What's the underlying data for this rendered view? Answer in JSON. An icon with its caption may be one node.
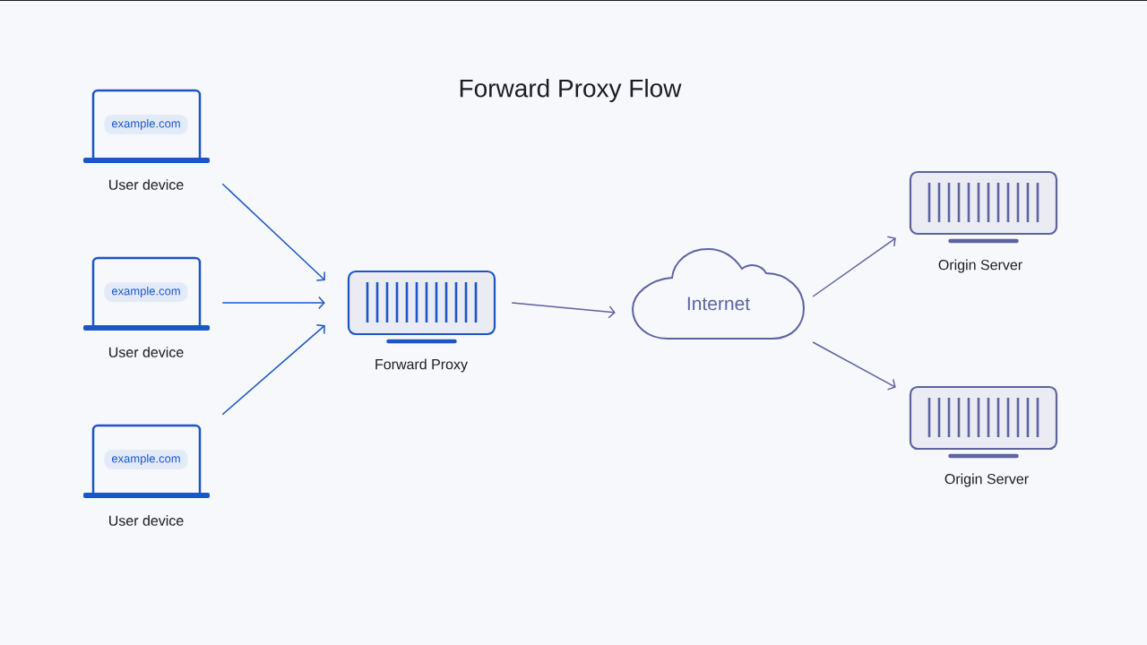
{
  "diagram": {
    "title": "Forward Proxy Flow",
    "nodes": [
      {
        "text": [
          "example.com",
          "User device"
        ]
      },
      {
        "text": [
          "example.com",
          "User device"
        ]
      },
      {
        "text": [
          "example.com",
          "User device"
        ]
      },
      {
        "text": [
          "Forward Proxy"
        ]
      },
      {
        "text": [
          "Internet"
        ]
      },
      {
        "text": [
          "Origin Server"
        ]
      },
      {
        "text": [
          "Origin Server"
        ]
      }
    ],
    "edges": [
      {
        "from": 0,
        "to": 3,
        "arrow": "to",
        "color": "#1a56c8"
      },
      {
        "from": 1,
        "to": 3,
        "arrow": "to",
        "color": "#1a56c8"
      },
      {
        "from": 2,
        "to": 3,
        "arrow": "to",
        "color": "#1a56c8"
      },
      {
        "from": 3,
        "to": 4,
        "arrow": "to",
        "color": "#5d62a0"
      },
      {
        "from": 4,
        "to": 5,
        "arrow": "to",
        "color": "#5d62a0"
      },
      {
        "from": 4,
        "to": 6,
        "arrow": "to",
        "color": "#5d62a0"
      }
    ]
  }
}
